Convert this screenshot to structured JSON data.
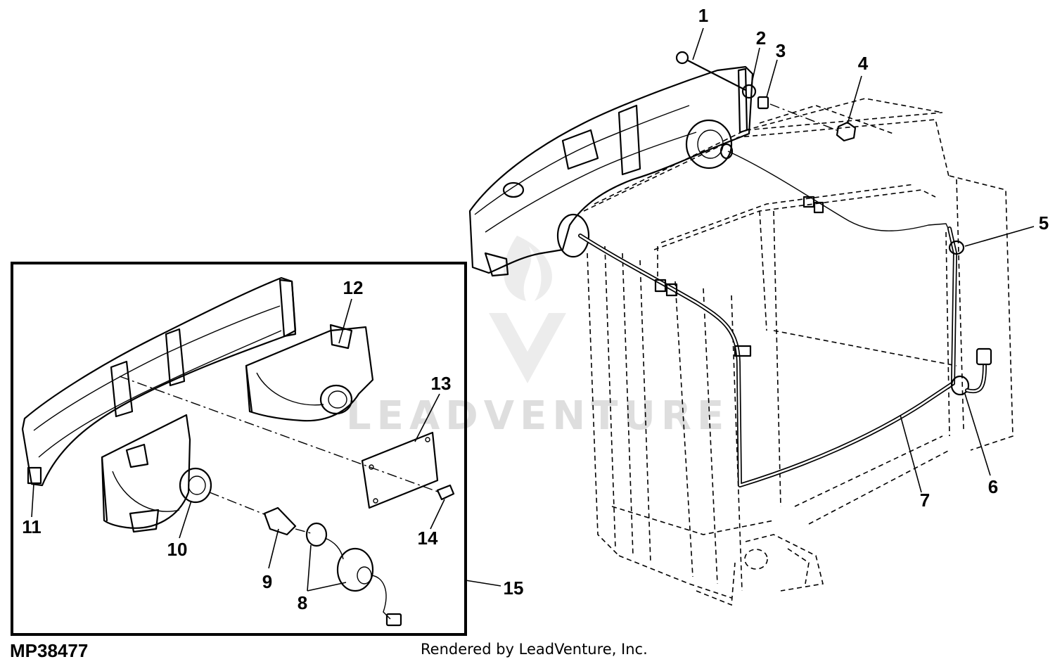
{
  "figure_id": "MP38477",
  "credit": "Rendered by LeadVenture, Inc.",
  "watermark": "LEADVENTURE",
  "callouts": [
    {
      "key": "c1",
      "label": "1"
    },
    {
      "key": "c2",
      "label": "2"
    },
    {
      "key": "c3",
      "label": "3"
    },
    {
      "key": "c4",
      "label": "4"
    },
    {
      "key": "c5",
      "label": "5"
    },
    {
      "key": "c6",
      "label": "6"
    },
    {
      "key": "c7",
      "label": "7"
    },
    {
      "key": "c8",
      "label": "8"
    },
    {
      "key": "c9",
      "label": "9"
    },
    {
      "key": "c10",
      "label": "10"
    },
    {
      "key": "c11",
      "label": "11"
    },
    {
      "key": "c12",
      "label": "12"
    },
    {
      "key": "c13",
      "label": "13"
    },
    {
      "key": "c14",
      "label": "14"
    },
    {
      "key": "c15",
      "label": "15"
    }
  ]
}
